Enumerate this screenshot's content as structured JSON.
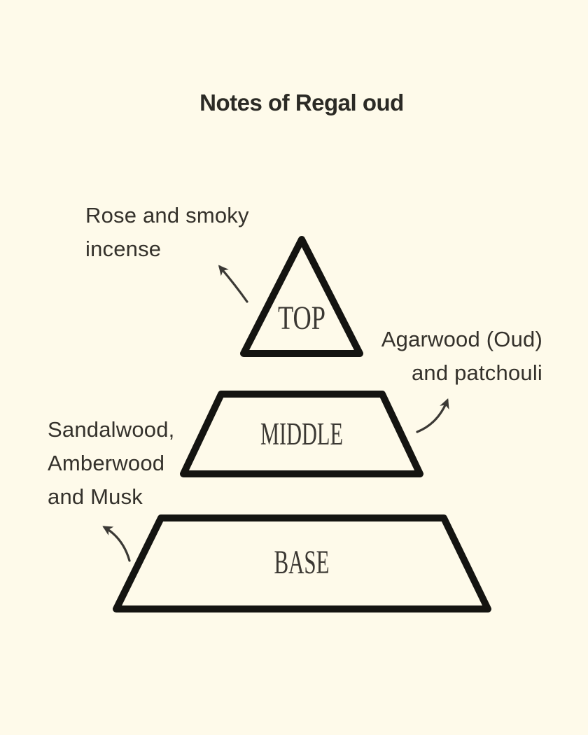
{
  "title": "Notes of Regal oud",
  "colors": {
    "background": "#FEFAEA",
    "outline": "#141411",
    "title_text": "#2B2A25",
    "label_text": "#3B3833",
    "note_text": "#34312B",
    "arrow": "#3B3935"
  },
  "pyramid": {
    "levels": [
      {
        "id": "top",
        "label": "TOP"
      },
      {
        "id": "middle",
        "label": "MIDDLE"
      },
      {
        "id": "base",
        "label": "BASE"
      }
    ]
  },
  "annotations": {
    "top": {
      "lines": [
        "Rose and smoky",
        "incense"
      ]
    },
    "middle": {
      "lines": [
        "Agarwood (Oud)",
        "and patchouli"
      ]
    },
    "base": {
      "lines": [
        "Sandalwood,",
        "Amberwood",
        "and Musk"
      ]
    }
  }
}
